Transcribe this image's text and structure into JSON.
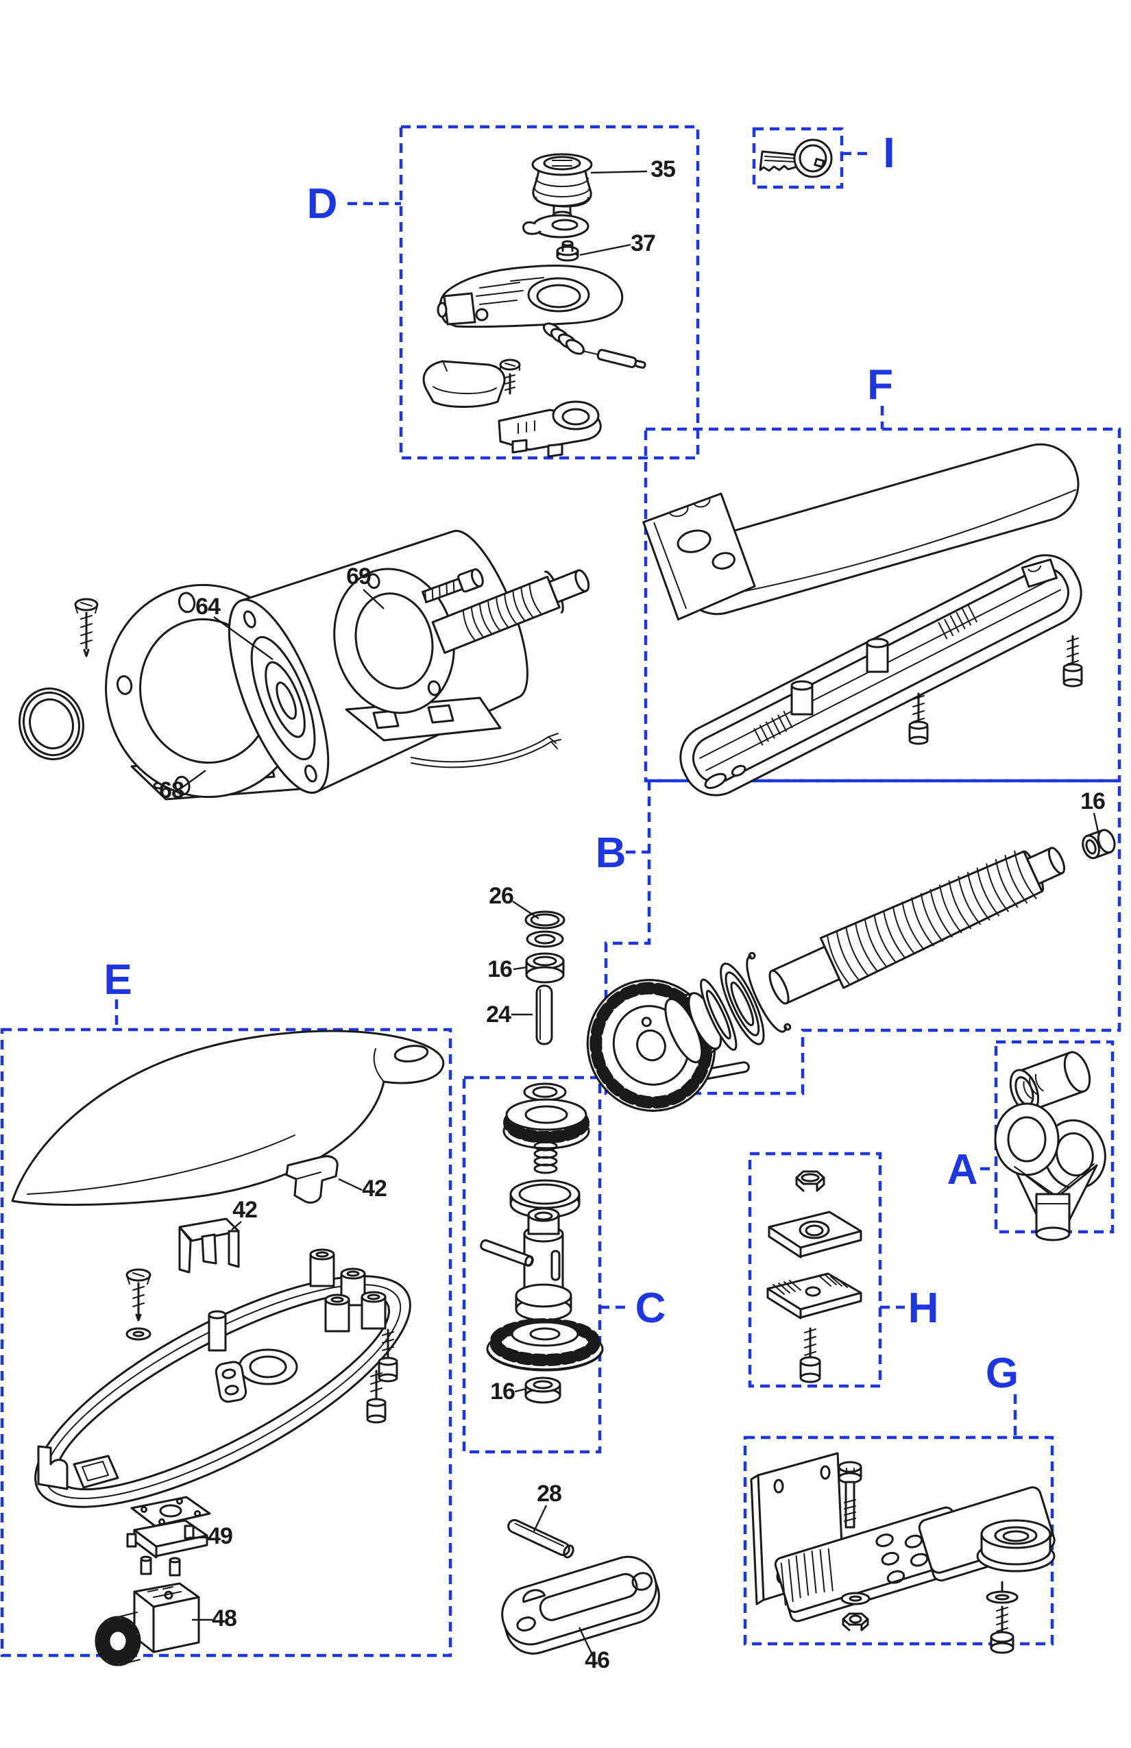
{
  "colors": {
    "accent": "#1e36e0",
    "ink": "#1a1a1a",
    "paper": "#ffffff"
  },
  "sections": {
    "a": {
      "label": "A"
    },
    "b": {
      "label": "B"
    },
    "c": {
      "label": "C"
    },
    "d": {
      "label": "D"
    },
    "e": {
      "label": "E"
    },
    "f": {
      "label": "F"
    },
    "g": {
      "label": "G"
    },
    "h": {
      "label": "H"
    },
    "i": {
      "label": "I"
    }
  },
  "parts": {
    "p35": "35",
    "p37": "37",
    "p64": "64",
    "p69": "69",
    "p68": "68",
    "p16_shaft": "16",
    "p26": "26",
    "p16_mid": "16",
    "p24": "24",
    "p42_a": "42",
    "p42_b": "42",
    "p49": "49",
    "p48": "48",
    "p16_gear": "16",
    "p28": "28",
    "p46": "46"
  }
}
